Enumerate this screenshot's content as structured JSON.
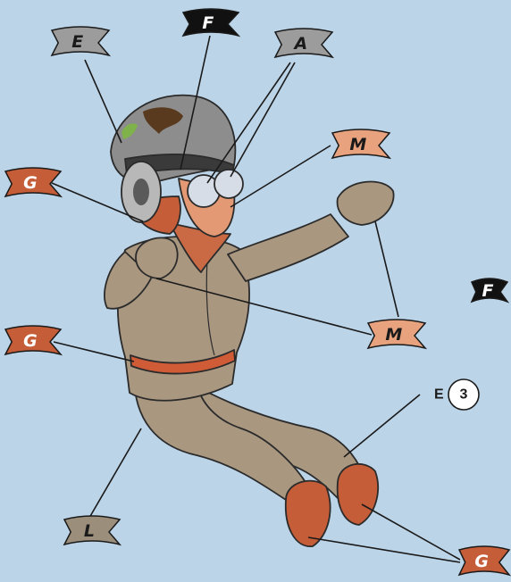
{
  "colors": {
    "background": "#bcd4e8",
    "flag_gray": "#9c9c9c",
    "flag_black": "#111111",
    "flag_peach": "#e8a27e",
    "flag_red": "#c45d38",
    "flag_taupe": "#9b8f7c",
    "suit": "#a99780",
    "suit_shadow": "#8f7d66",
    "helmet": "#8d8d8d",
    "goggle": "#d6dde6",
    "skin": "#e39a74",
    "belt": "#cf5b37"
  },
  "callouts": [
    {
      "id": "E",
      "label": "E",
      "color": "gray",
      "text_color": "#1a1a1a",
      "target": "helmet"
    },
    {
      "id": "F-top",
      "label": "F",
      "color": "black",
      "text_color": "#ffffff",
      "target": "helmet-band"
    },
    {
      "id": "A",
      "label": "A",
      "color": "gray",
      "text_color": "#1a1a1a",
      "target": "goggles"
    },
    {
      "id": "M-top",
      "label": "M",
      "color": "peach",
      "text_color": "#1a1a1a",
      "target": "face"
    },
    {
      "id": "G-top",
      "label": "G",
      "color": "red",
      "text_color": "#ffffff",
      "target": "headgear"
    },
    {
      "id": "F-right",
      "label": "F",
      "color": "black",
      "text_color": "#ffffff",
      "target": "none"
    },
    {
      "id": "M-mid",
      "label": "M",
      "color": "peach",
      "text_color": "#1a1a1a",
      "target": "hands"
    },
    {
      "id": "G-mid",
      "label": "G",
      "color": "red",
      "text_color": "#ffffff",
      "target": "belt"
    },
    {
      "id": "L",
      "label": "L",
      "color": "taupe",
      "text_color": "#1a1a1a",
      "target": "suit"
    },
    {
      "id": "G-bottom",
      "label": "G",
      "color": "red",
      "text_color": "#ffffff",
      "target": "boots"
    }
  ],
  "note": {
    "letter": "E",
    "number": "3"
  }
}
